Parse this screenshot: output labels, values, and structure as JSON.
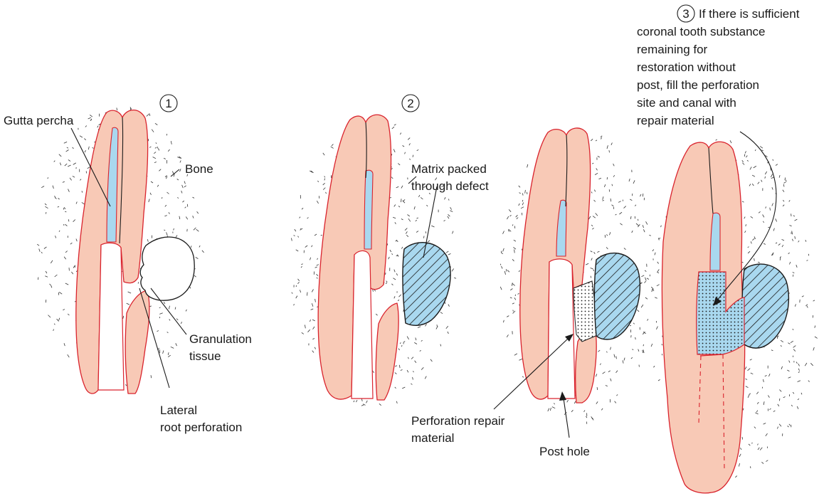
{
  "stages": [
    {
      "number": "1"
    },
    {
      "number": "2"
    },
    {
      "number": "3"
    }
  ],
  "labels": {
    "gutta_percha": "Gutta percha",
    "bone": "Bone",
    "granulation_line1": "Granulation",
    "granulation_line2": "tissue",
    "lateral_line1": "Lateral",
    "lateral_line2": "root perforation",
    "matrix_line1": "Matrix packed",
    "matrix_line2": "through defect",
    "perforation_line1": "Perforation repair",
    "perforation_line2": "material",
    "post_hole": "Post hole",
    "stage3_note": [
      "If there is sufficient",
      "coronal tooth substance",
      "remaining for",
      "restoration without",
      "post, fill the perforation",
      "site and canal with",
      "repair material"
    ]
  },
  "colors": {
    "tooth_fill": "#f8c9b6",
    "tooth_outline": "#d9232d",
    "gutta_percha": "#a9d8ef",
    "matrix_fill": "#a9d8ef",
    "ink": "#1a1a1a"
  }
}
